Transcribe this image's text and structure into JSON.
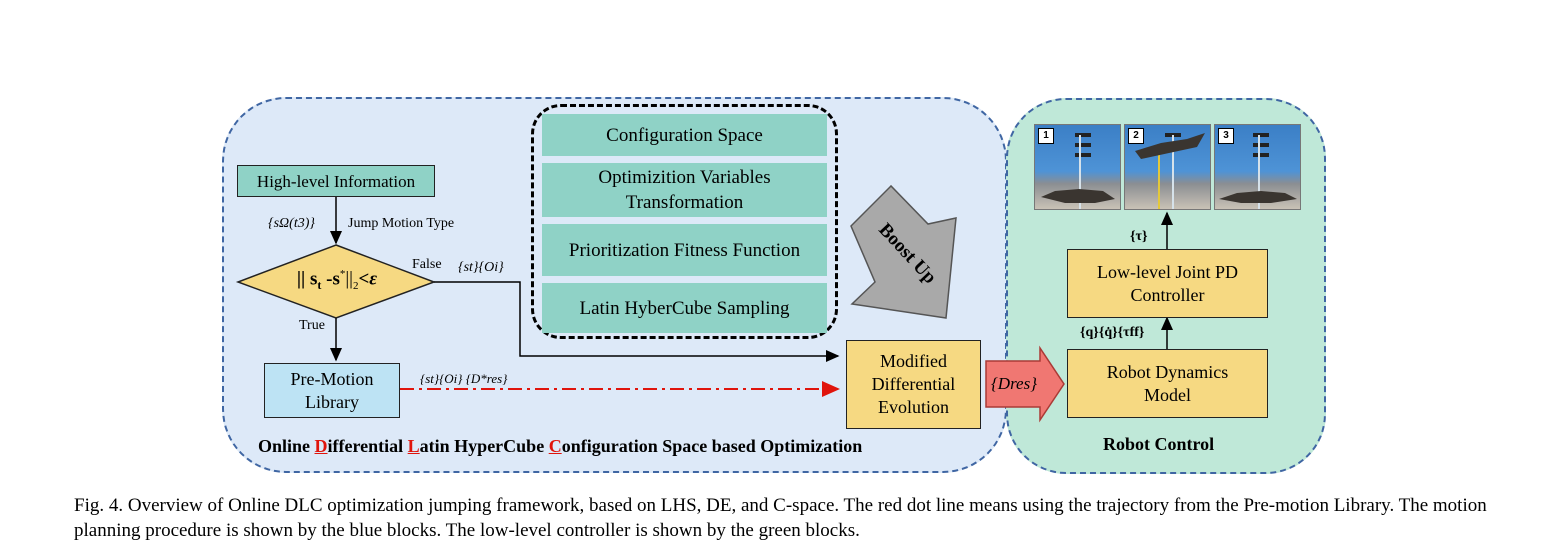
{
  "left_region": {
    "title_parts": [
      {
        "text": "Online ",
        "red": false
      },
      {
        "text": "D",
        "red": true
      },
      {
        "text": "ifferential ",
        "red": false
      },
      {
        "text": "L",
        "red": true
      },
      {
        "text": "atin HyperCube ",
        "red": false
      },
      {
        "text": "C",
        "red": true
      },
      {
        "text": "onfiguration Space based Optimization",
        "red": false
      }
    ]
  },
  "right_region": {
    "title": "Robot Control"
  },
  "dashed_group": {
    "items": [
      "Configuration Space",
      "Optimizition Variables Transformation",
      "Prioritization Fitness Function",
      "Latin HyberCube Sampling"
    ]
  },
  "boost_arrow": "Boost Up",
  "nodes": {
    "high_level": "High-level Information",
    "decision_norm": "|| s",
    "decision_sub_t": "t",
    "decision_mid": " -s",
    "decision_star": "*",
    "decision_end": "||",
    "decision_two": "2",
    "decision_eps": "<ε",
    "pre_motion": "Pre-Motion Library",
    "mde": "Modified Differential Evolution",
    "robot_dynamics": "Robot Dynamics Model",
    "pd_controller": "Low-level Joint PD Controller"
  },
  "labels": {
    "s_omega": "{sΩ(t3)}",
    "jump_type": "Jump Motion Type",
    "false": "False",
    "true": "True",
    "st_oi_top": "{st}{Oi}",
    "st_oi_dres": "{st}{Oi} {D*res}",
    "dres_arrow": "{Dres}",
    "q_terms": "{q}{q̇}{τff}",
    "tau": "{τ}"
  },
  "photos": [
    "1",
    "2",
    "3"
  ],
  "caption": "Fig. 4.   Overview of Online DLC optimization jumping framework, based on LHS, DE, and C-space. The red dot line means using the trajectory from the Pre-motion Library. The motion planning procedure is shown by the blue blocks. The low-level controller is shown by the green blocks."
}
